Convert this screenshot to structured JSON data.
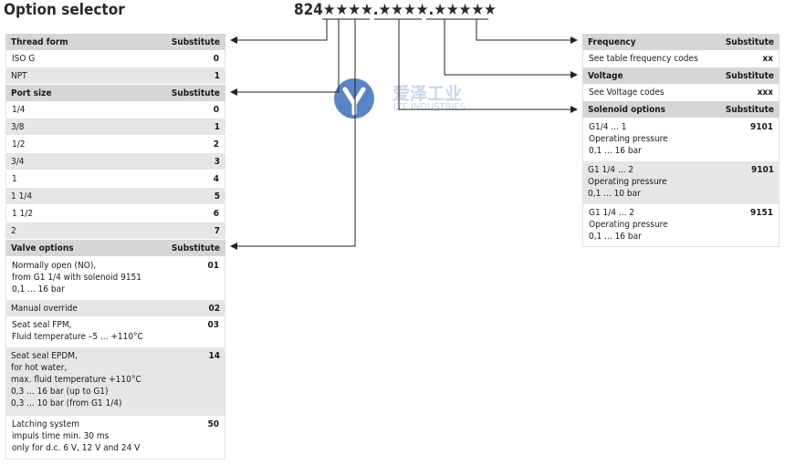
{
  "title": "Option selector",
  "code": "824★★★★.★★★★.★★★★★",
  "watermark": {
    "name": "爱泽工业",
    "sub": "IZE INDUSTRIES"
  },
  "left": {
    "thread": {
      "header": "Thread form",
      "sub": "Substitute",
      "rows": [
        {
          "label": "ISO G",
          "value": "0"
        },
        {
          "label": "NPT",
          "value": "1"
        }
      ]
    },
    "port": {
      "header": "Port size",
      "sub": "Substitute",
      "rows": [
        {
          "label": "1/4",
          "value": "0"
        },
        {
          "label": "3/8",
          "value": "1"
        },
        {
          "label": "1/2",
          "value": "2"
        },
        {
          "label": "3/4",
          "value": "3"
        },
        {
          "label": "1",
          "value": "4"
        },
        {
          "label": "1 1/4",
          "value": "5"
        },
        {
          "label": "1 1/2",
          "value": "6"
        },
        {
          "label": "2",
          "value": "7"
        }
      ]
    },
    "valve": {
      "header": "Valve options",
      "sub": "Substitute",
      "rows": [
        {
          "label": "Normally open (NO),\nfrom G1 1/4 with solenoid 9151\n0,1 ... 16 bar",
          "value": "01"
        },
        {
          "label": "Manual override",
          "value": "02"
        },
        {
          "label": "Seat seal FPM,\nFluid temperature  –5 ... +110°C",
          "value": "03"
        },
        {
          "label": "Seat seal EPDM,\nfor hot water,\nmax.  fluid temperature +110°C\n0,3 ... 16 bar (up to G1)\n0,3 ... 10 bar (from G1 1/4)",
          "value": "14"
        },
        {
          "label": "Latching system\nimpuls time min. 30 ms\nonly for d.c. 6 V, 12 V and 24 V",
          "value": "50"
        }
      ]
    }
  },
  "right": {
    "frequency": {
      "header": "Frequency",
      "sub": "Substitute",
      "rows": [
        {
          "label": "See table frequency codes",
          "value": "xx"
        }
      ]
    },
    "voltage": {
      "header": "Voltage",
      "sub": "Substitute",
      "rows": [
        {
          "label": "See Voltage codes",
          "value": "xxx"
        }
      ]
    },
    "solenoid": {
      "header": "Solenoid options",
      "sub": "Substitute",
      "rows": [
        {
          "label": "G1/4 ... 1\nOperating pressure\n0,1 ... 16 bar",
          "value": "9101"
        },
        {
          "label": "G1 1/4 ... 2\nOperating pressure\n0,1 ... 10 bar",
          "value": "9101"
        },
        {
          "label": "G1 1/4 ... 2\nOperating pressure\n0,1 ... 16 bar",
          "value": "9151"
        }
      ]
    }
  }
}
